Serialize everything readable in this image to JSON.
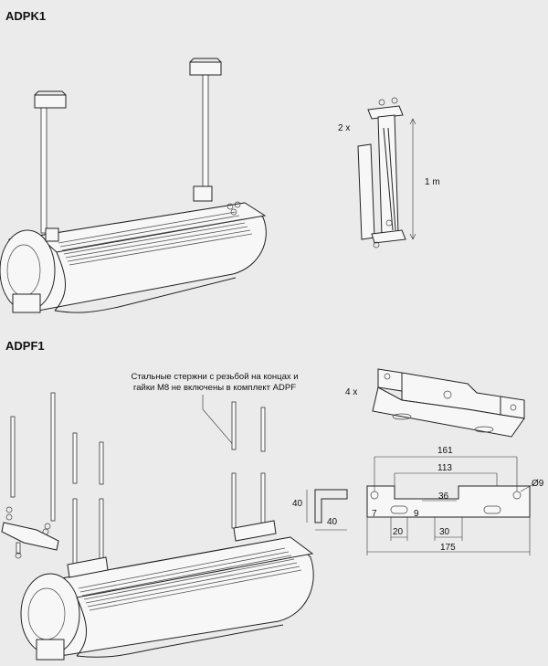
{
  "sections": {
    "adpk1_title": "ADPK1",
    "adpf1_title": "ADPF1"
  },
  "adpk1": {
    "quantity_label": "2 x",
    "length_label": "1 m"
  },
  "adpf1": {
    "note_line1": "Стальные стержни с резьбой на концах и",
    "note_line2": "гайки М8 не включены в комплект ADPF",
    "quantity_label": "4 x",
    "profile_dims": {
      "height": "40",
      "width": "40"
    },
    "bracket_dims": {
      "hole_spacing": "161",
      "inner_spacing": "113",
      "center_gap": "36",
      "hole_diameter": "Ø9",
      "left_offset": "7",
      "left_slot": "20",
      "right_offset": "9",
      "right_slot": "30",
      "total_length": "175"
    }
  },
  "colors": {
    "background": "#ebebeb",
    "line": "#222222",
    "fill": "#f7f7f7"
  }
}
